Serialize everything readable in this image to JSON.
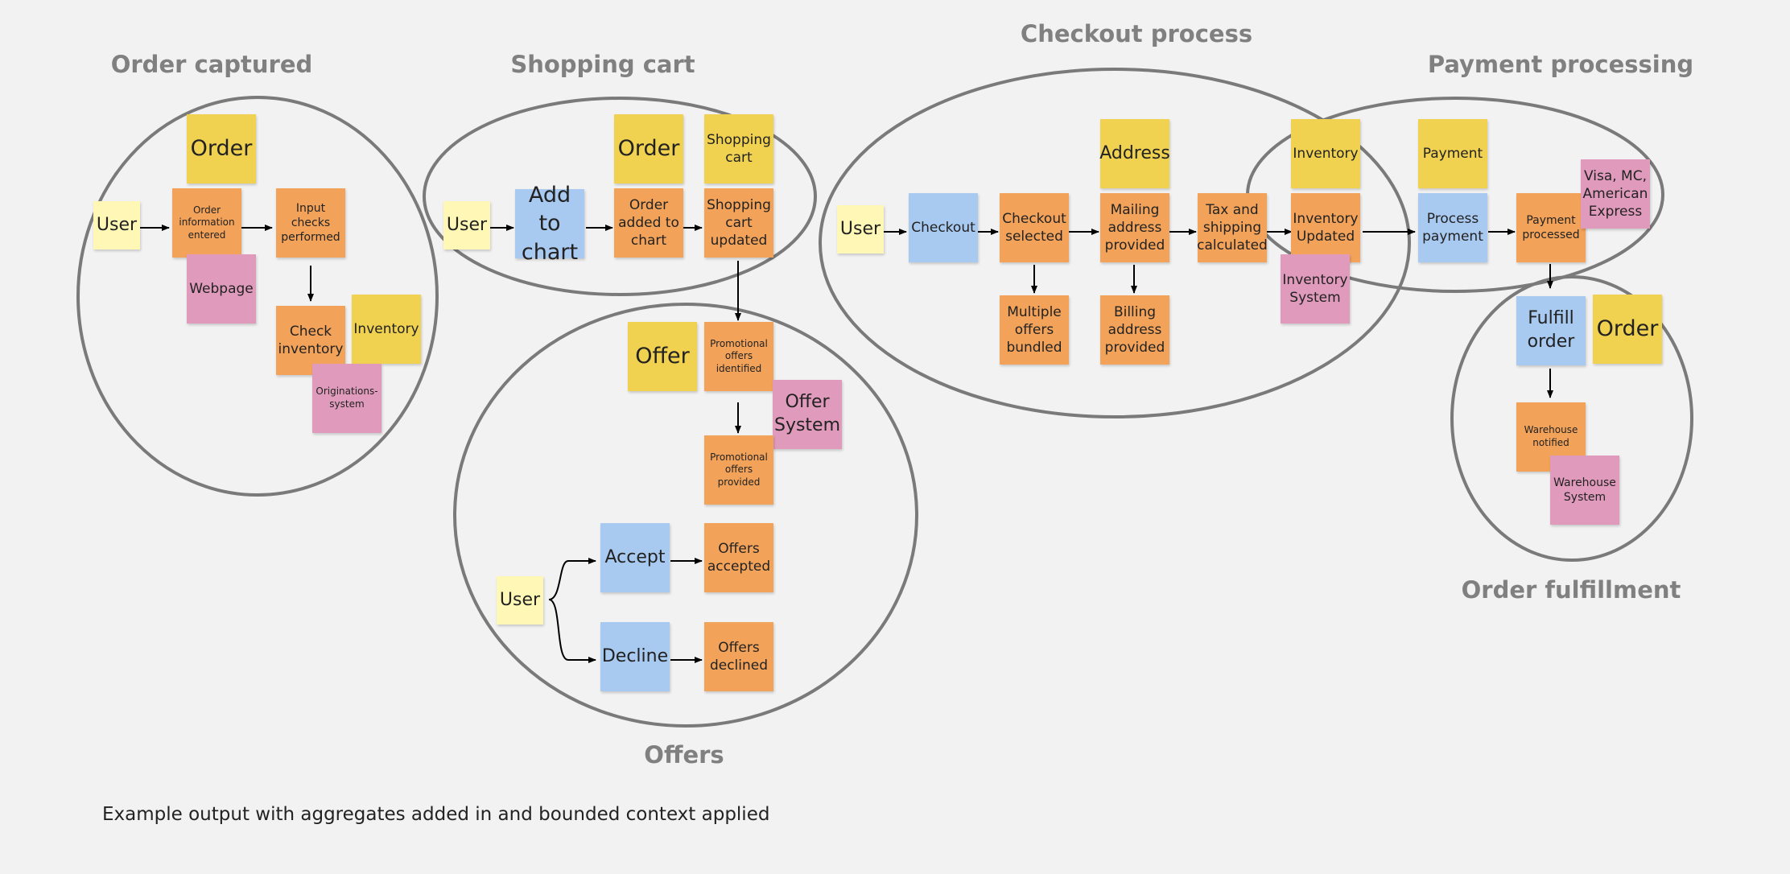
{
  "contexts": {
    "order_captured": "Order captured",
    "shopping_cart": "Shopping cart",
    "checkout_process": "Checkout process",
    "payment_processing": "Payment processing",
    "offers": "Offers",
    "order_fulfillment": "Order fulfillment"
  },
  "notes": {
    "oc_user": "User",
    "oc_order": "Order",
    "oc_order_info": "Order information entered",
    "oc_input_checks": "Input checks performed",
    "oc_webpage": "Webpage",
    "oc_check_inventory": "Check inventory",
    "oc_inventory": "Inventory",
    "oc_originations": "Originations-system",
    "sc_user": "User",
    "sc_add_to_chart": "Add to chart",
    "sc_order": "Order",
    "sc_order_added": "Order added to chart",
    "sc_shopping_cart": "Shopping cart",
    "sc_cart_updated": "Shopping cart updated",
    "of_offer": "Offer",
    "of_promo_identified": "Promotional offers identified",
    "of_offer_system": "Offer System",
    "of_promo_provided": "Promotional offers provided",
    "of_user": "User",
    "of_accept": "Accept",
    "of_offers_accepted": "Offers accepted",
    "of_decline": "Decline",
    "of_offers_declined": "Offers declined",
    "co_user": "User",
    "co_checkout": "Checkout",
    "co_checkout_selected": "Checkout selected",
    "co_address": "Address",
    "co_mailing": "Mailing address provided",
    "co_tax": "Tax and shipping calculated",
    "co_inventory": "Inventory",
    "co_inventory_updated": "Inventory Updated",
    "co_inventory_system": "Inventory System",
    "co_multiple_offers": "Multiple offers bundled",
    "co_billing": "Billing address provided",
    "pp_payment": "Payment",
    "pp_process_payment": "Process payment",
    "pp_payment_processed": "Payment processed",
    "pp_visa": "Visa, MC, American Express",
    "of_fulfill_order": "Fulfill order",
    "of_order": "Order",
    "of_warehouse_notified": "Warehouse notified",
    "of_warehouse_system": "Warehouse System"
  },
  "caption": "Example output with aggregates added in and bounded context applied",
  "colors": {
    "background": "#f2f2f2",
    "user": "#fef7b5",
    "event": "#f3a359",
    "aggregate": "#f0d150",
    "command": "#a8c9f0",
    "system": "#e09bbc",
    "context_outline": "#7a7a7a",
    "context_title": "#808080"
  }
}
